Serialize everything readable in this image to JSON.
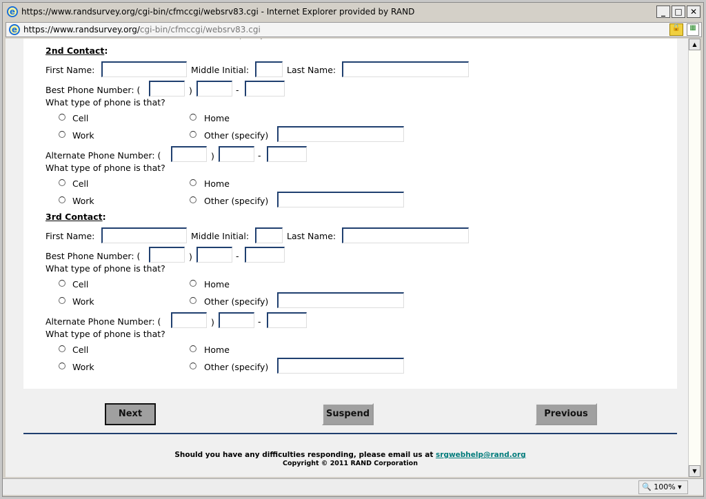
{
  "window": {
    "title": "https://www.randsurvey.org/cgi-bin/cfmccgi/websrv83.cgi - Internet Explorer provided by RAND",
    "controls": [
      "_",
      "□",
      "✕"
    ]
  },
  "address": {
    "host": "https://www.randsurvey.org/",
    "path": "cgi-bin/cfmccgi/websrv83.cgi"
  },
  "labels": {
    "first": "First Name:",
    "middle": "Middle Initial:",
    "last": "Last Name:",
    "best": "Best Phone Number: (",
    "alt": "Alternate Phone Number: (",
    "close_paren": ")",
    "dash": "-",
    "question": "What type of phone is that?",
    "cell": "Cell",
    "home": "Home",
    "work": "Work",
    "other": "Other (specify)"
  },
  "contacts": [
    {
      "heading": "2nd Contact",
      "colon": ":"
    },
    {
      "heading": "3rd Contact",
      "colon": ":"
    }
  ],
  "buttons": {
    "next": "Next",
    "suspend": "Suspend",
    "previous": "Previous"
  },
  "footer": {
    "help": "Should you have any difficulties responding, please email us at ",
    "email": "srgwebhelp@rand.org",
    "copyright": "Copyright © 2011 RAND Corporation"
  },
  "status": {
    "zoom": "100%"
  }
}
